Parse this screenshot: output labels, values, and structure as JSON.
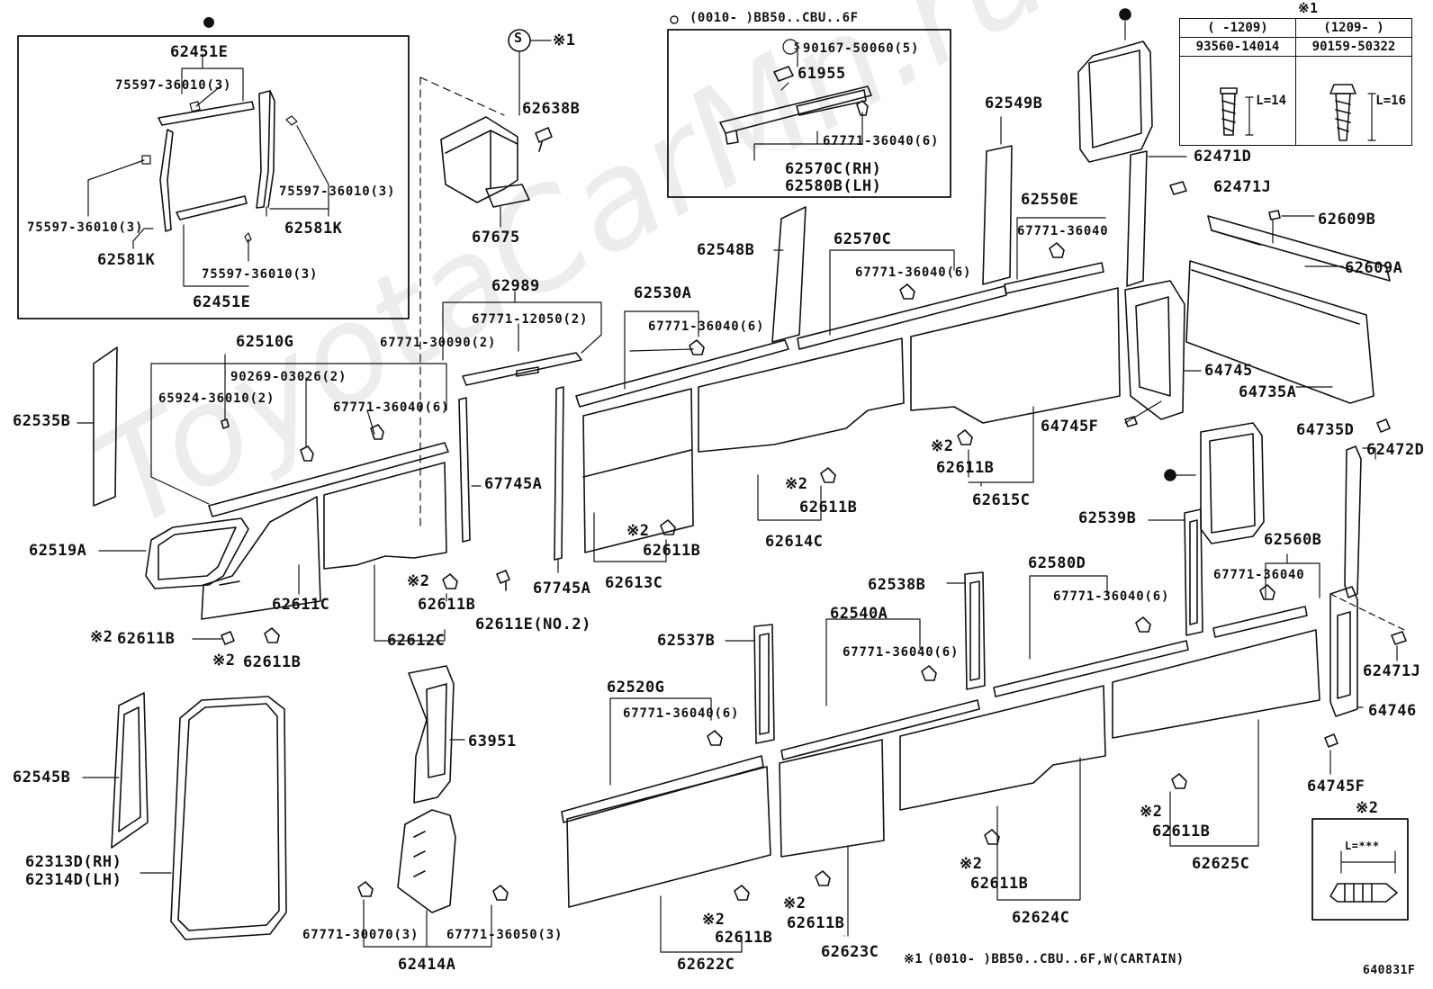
{
  "diagram": {
    "figure_code": "640831F",
    "watermark": "ToyotaCarMn.ru",
    "marks": {
      "circle_symbol": "●",
      "s_symbol": "S",
      "note1": "※1",
      "note2": "※2"
    },
    "notes": {
      "bb50_cbu": "(0010-        )BB50..CBU..6F",
      "bb50_curtain": "(0010-        )BB50..CBU..6F,W(CARTAIN)",
      "note2_label": "※2",
      "note2_length": "L=***"
    },
    "ref_table": {
      "title": "※1",
      "col1_header": "(      -1209)",
      "col2_header": "(1209-      )",
      "col1_part": "93560-14014",
      "col2_part": "90159-50322",
      "col1_len": "L=14",
      "col2_len": "L=16"
    },
    "labels": {
      "p62451E_top": "62451E",
      "p75597_a": "75597-36010(3)",
      "p75597_b": "75597-36010(3)",
      "p75597_c": "75597-36010(3)",
      "p75597_d": "75597-36010(3)",
      "p62581K_r": "62581K",
      "p62581K_l": "62581K",
      "p62451E_bot": "62451E",
      "p62638B": "62638B",
      "p67675": "67675",
      "p90167": "90167-50060(5)",
      "p61955": "61955",
      "p67771_36040_6a": "67771-36040(6)",
      "p62570C_RH": "62570C(RH)",
      "p62580B_LH": "62580B(LH)",
      "p62549B": "62549B",
      "p62471D": "62471D",
      "p62471J_a": "62471J",
      "p62609B": "62609B",
      "p62609A": "62609A",
      "p62550E": "62550E",
      "p67771_36040_a": "67771-36040",
      "p62548B": "62548B",
      "p62570C": "62570C",
      "p67771_36040_6b": "67771-36040(6)",
      "p62530A": "62530A",
      "p67771_36040_6c": "67771-36040(6)",
      "p62989": "62989",
      "p67771_12050": "67771-12050(2)",
      "p67771_30090": "67771-30090(2)",
      "p62510G": "62510G",
      "p90269": "90269-03026(2)",
      "p65924": "65924-36010(2)",
      "p67771_36040_6d": "67771-36040(6)",
      "p62535B": "62535B",
      "p62519A": "62519A",
      "p67745A_a": "67745A",
      "p67745A_b": "67745A",
      "p62611C": "62611C",
      "p62611B_a": "62611B",
      "p62611B_b": "62611B",
      "p62611B_c": "62611B",
      "p62611B_d": "62611B",
      "p62611E": "62611E(NO.2)",
      "p62612C": "62612C",
      "p62613C": "62613C",
      "p62611B_e": "62611B",
      "p62614C": "62614C",
      "p62611B_f": "62611B",
      "p62615C": "62615C",
      "p64745": "64745",
      "p64735A": "64735A",
      "p64745F_a": "64745F",
      "p64735D": "64735D",
      "p62472D": "62472D",
      "p62539B": "62539B",
      "p62560B": "62560B",
      "p67771_36040_b": "67771-36040",
      "p62538B": "62538B",
      "p62580D": "62580D",
      "p67771_36040_6e": "67771-36040(6)",
      "p62540A": "62540A",
      "p67771_36040_6f": "67771-36040(6)",
      "p62537B": "62537B",
      "p62520G": "62520G",
      "p67771_36040_6g": "67771-36040(6)",
      "p62471J_b": "62471J",
      "p64746": "64746",
      "p64745F_b": "64745F",
      "p63951": "63951",
      "p62545B": "62545B",
      "p62313D": "62313D(RH)",
      "p62314D": "62314D(LH)",
      "p67771_30070": "67771-30070(3)",
      "p67771_36050": "67771-36050(3)",
      "p62414A": "62414A",
      "p62611B_g": "62611B",
      "p62622C": "62622C",
      "p62611B_h": "62611B",
      "p62623C": "62623C",
      "p62611B_i": "62611B",
      "p62624C": "62624C",
      "p62611B_j": "62611B",
      "p62625C": "62625C"
    }
  }
}
